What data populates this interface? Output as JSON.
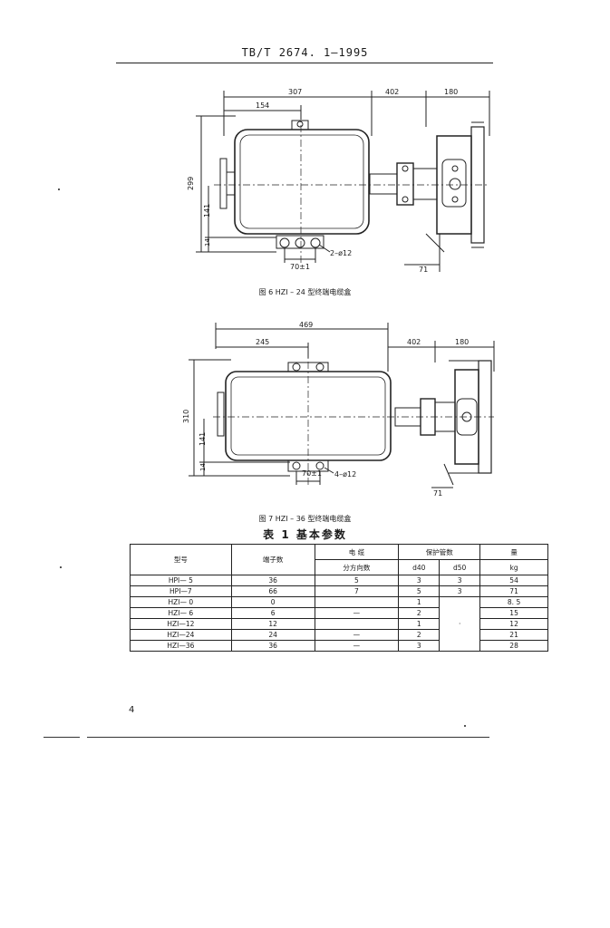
{
  "header": {
    "std_code": "TB/T 2674. 1—1995"
  },
  "fig6": {
    "caption": "图 6  HZI – 24 型终端电缆盒",
    "dims": {
      "d307": "307",
      "d154": "154",
      "d402": "402",
      "d180": "180",
      "d299": "299",
      "d141": "141",
      "d14": "14",
      "d70": "70±1",
      "hole": "2–ø12",
      "d71": "71"
    }
  },
  "fig7": {
    "caption": "图 7  HZI – 36 型终端电缆盒",
    "dims": {
      "d469": "469",
      "d245": "245",
      "d402": "402",
      "d180": "180",
      "d310": "310",
      "d141": "141",
      "d14": "14",
      "d70": "70±1",
      "hole": "4–ø12",
      "d71": "71"
    }
  },
  "table": {
    "title": "表 1   基本参数",
    "headers": {
      "model": "型号",
      "terminals": "端子数",
      "cable_a": "电  缆",
      "cable_b": "分方向数",
      "pipe": "保护管数",
      "d40": "d40",
      "d50": "d50",
      "weight_a": "量",
      "weight_b": "kg"
    },
    "rows": [
      {
        "model": "HPI— 5",
        "terminals": "36",
        "cable": "5",
        "d40": "3",
        "d50": "3",
        "weight": "54"
      },
      {
        "model": "HPI—7",
        "terminals": "66",
        "cable": "7",
        "d40": "5",
        "d50": "3",
        "weight": "71"
      },
      {
        "model": "HZI— 0",
        "terminals": "0",
        "cable": "",
        "d40": "1",
        "d50": "·",
        "weight": "8. 5"
      },
      {
        "model": "HZI— 6",
        "terminals": "6",
        "cable": "—",
        "d40": "2",
        "d50": "",
        "weight": "15"
      },
      {
        "model": "HZI—12",
        "terminals": "12",
        "cable": "",
        "d40": "1",
        "d50": "·",
        "weight": "12"
      },
      {
        "model": "HZI—24",
        "terminals": "24",
        "cable": "—",
        "d40": "2",
        "d50": "",
        "weight": "21"
      },
      {
        "model": "HZI—36",
        "terminals": "36",
        "cable": "—",
        "d40": "3",
        "d50": "",
        "weight": "28"
      }
    ]
  },
  "page_number": "4"
}
